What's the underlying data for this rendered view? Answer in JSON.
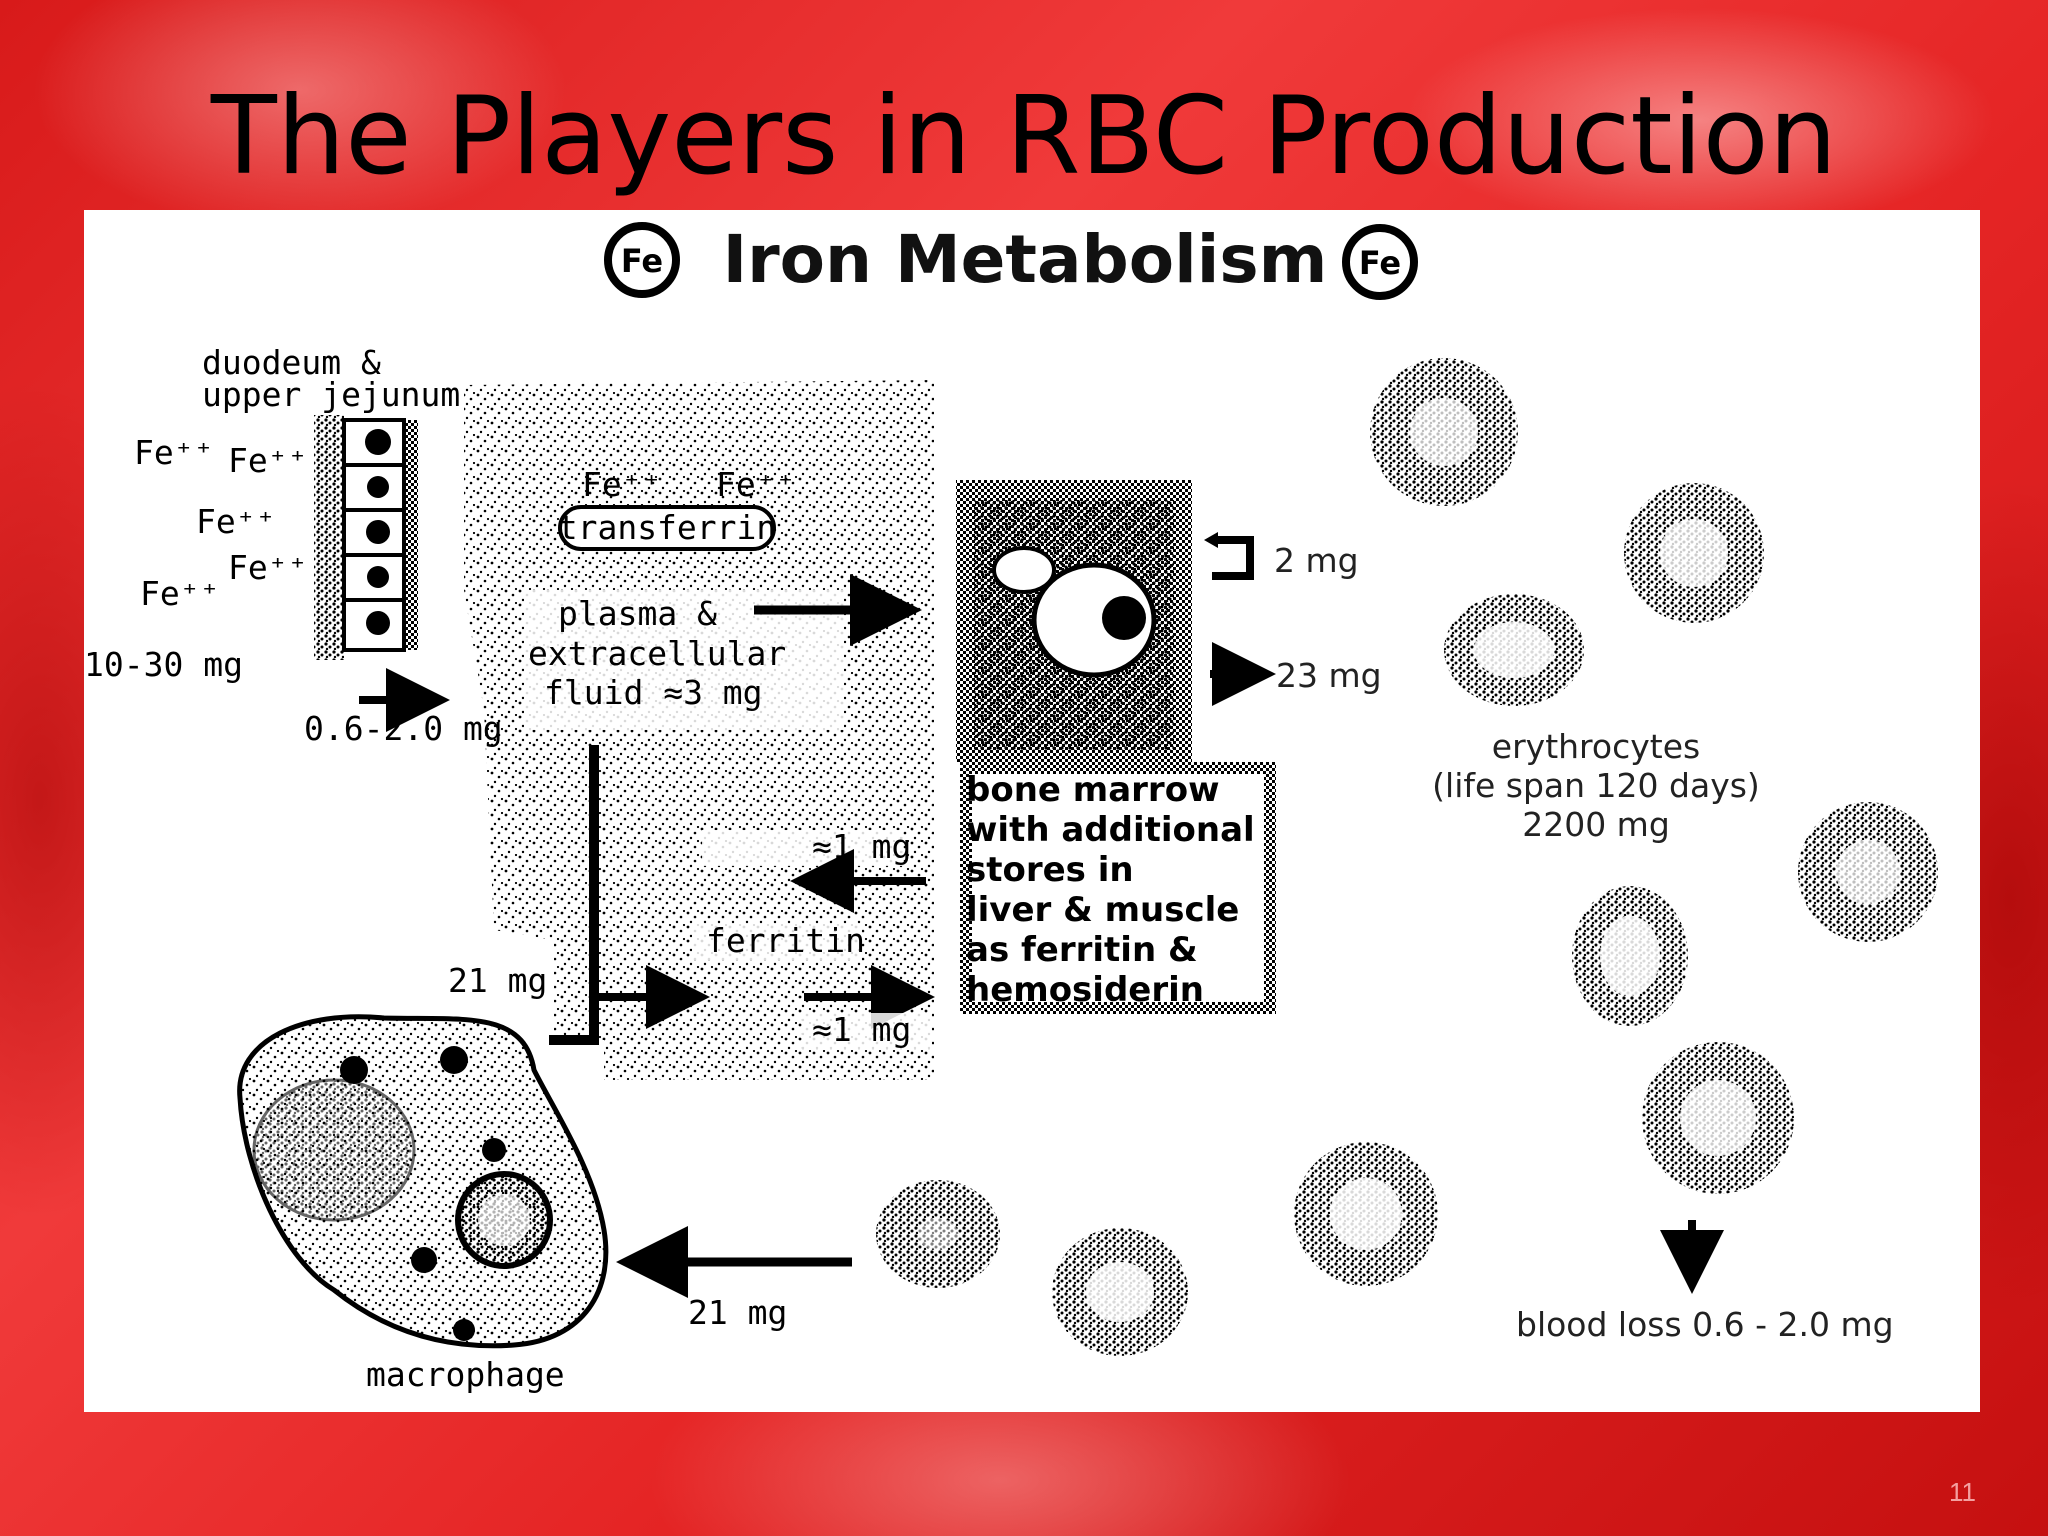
{
  "slide": {
    "title": "The Players in RBC Production",
    "page_number": "11"
  },
  "diagram": {
    "title": "Iron Metabolism",
    "fe_symbol": "Fe",
    "labels": {
      "duodenum_line1": "duodeum &",
      "duodenum_line2": "upper jejunum",
      "fe_ion": "Fe⁺⁺",
      "intake": "10-30 mg",
      "absorbed": "0.6-2.0 mg",
      "transferrin": "transferrin",
      "plasma_line1": "plasma &",
      "plasma_line2": "extracellular",
      "plasma_line3": "fluid ≈3 mg",
      "ferritin": "ferritin",
      "approx_1mg": "≈1 mg",
      "mg_21": "21 mg",
      "mg_2": "2 mg",
      "mg_23": "23 mg",
      "bone_marrow": "bone marrow\nwith additional\nstores in\nliver & muscle\nas ferritin &\nhemosiderin",
      "erythrocytes_line1": "erythrocytes",
      "erythrocytes_line2": "(life span 120 days)",
      "erythrocytes_line3": "2200 mg",
      "blood_loss": "blood loss 0.6 - 2.0 mg",
      "macrophage": "macrophage"
    },
    "colors": {
      "ink": "#000000",
      "panel": "#ffffff"
    }
  }
}
